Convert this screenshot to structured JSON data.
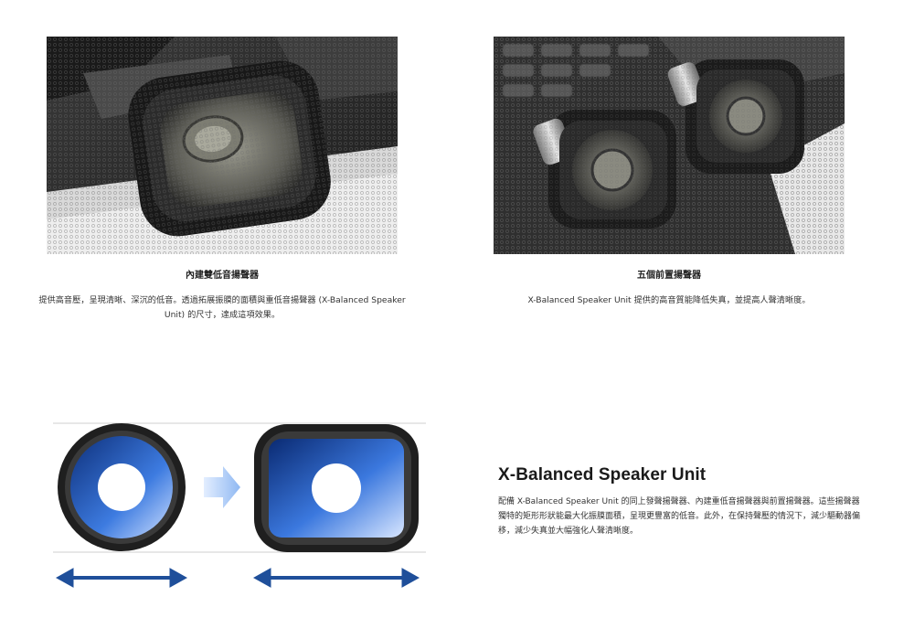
{
  "features": [
    {
      "caption": "內建雙低音揚聲器",
      "description": "提供高音壓，呈現清晰、深沉的低音。透過拓展振膜的面積與重低音揚聲器 (X-Balanced Speaker Unit) 的尺寸，達成這項效果。"
    },
    {
      "caption": "五個前置揚聲器",
      "description": "X-Balanced Speaker Unit 提供的高音質能降低失真，並提高人聲清晰度。"
    }
  ],
  "xbalanced": {
    "title": "X-Balanced Speaker Unit",
    "description": "配備 X-Balanced Speaker Unit 的同上發聲揚聲器、內建重低音揚聲器與前置揚聲器。這些揚聲器獨特的矩形形狀能最大化振膜面積，呈現更豐富的低音。此外，在保持聲壓的情況下，減少驅動器偏移，減少失真並大幅強化人聲清晰度。"
  },
  "colors": {
    "accent_blue": "#1f4f9a",
    "cone_blue": "#2f6ed6",
    "arrow_light": "#9fc3f5"
  }
}
